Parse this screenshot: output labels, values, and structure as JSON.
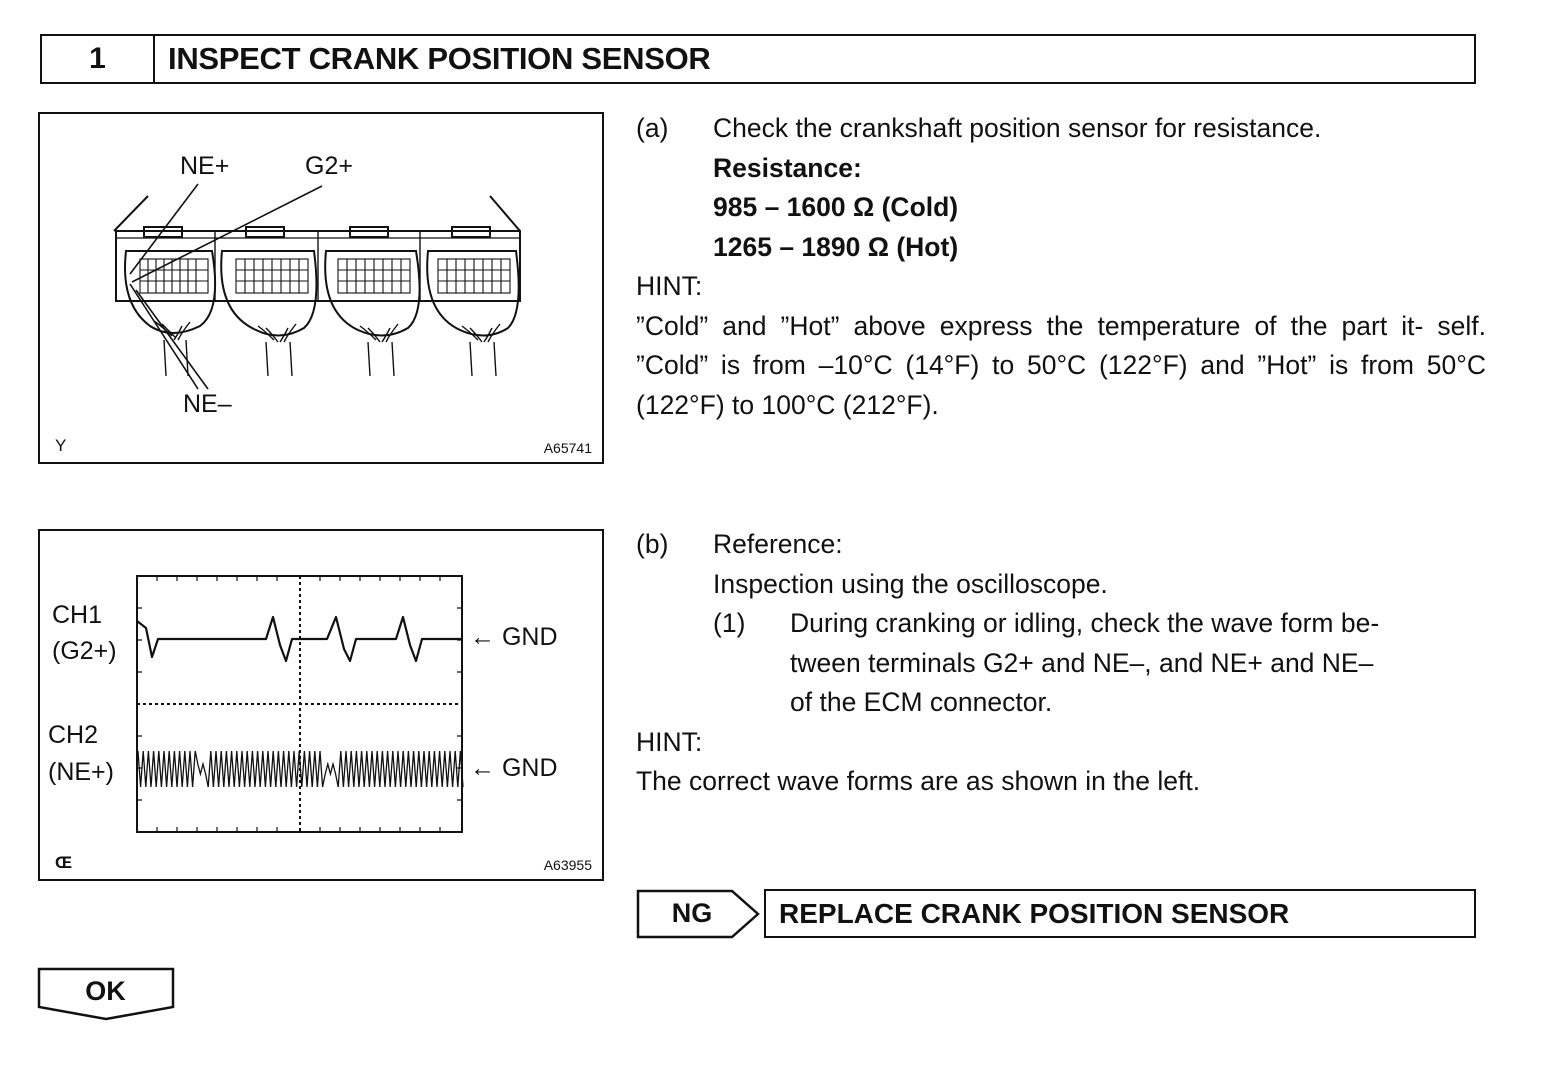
{
  "step": {
    "number": "1",
    "title": "INSPECT CRANK POSITION SENSOR"
  },
  "figure1": {
    "labels": {
      "ne_plus": "NE+",
      "g2_plus": "G2+",
      "ne_minus": "NE–"
    },
    "corner": "Y",
    "id": "A65741"
  },
  "figure2": {
    "ch1": {
      "line1": "CH1",
      "line2": "(G2+)",
      "gnd": "← GND"
    },
    "ch2": {
      "line1": "CH2",
      "line2": "(NE+)",
      "gnd": "← GND"
    },
    "corner": "Œ",
    "id": "A63955"
  },
  "section_a": {
    "marker": "(a)",
    "text": "Check the crankshaft position sensor for resistance.",
    "resistance_label": "Resistance:",
    "cold_value": "985 – 1600 Ω (Cold)",
    "hot_value": "1265 – 1890 Ω (Hot)",
    "hint_label": "HINT:",
    "hint_text": "”Cold” and ”Hot” above express the temperature of the part it- self. ”Cold” is from –10°C (14°F) to 50°C (122°F) and ”Hot” is from 50°C (122°F) to 100°C (212°F)."
  },
  "section_b": {
    "marker": "(b)",
    "text": "Reference:",
    "subtext": "Inspection using the oscilloscope.",
    "item1_marker": "(1)",
    "item1_line1": "During cranking or idling, check the wave form be-",
    "item1_line2": "tween terminals G2+ and NE–, and NE+ and NE–",
    "item1_line3": "of the ECM connector.",
    "hint_label": "HINT:",
    "hint_text": "The correct wave forms are as shown in the left."
  },
  "result_ng": {
    "label": "NG",
    "action": "REPLACE CRANK POSITION SENSOR"
  },
  "result_ok": {
    "label": "OK"
  }
}
